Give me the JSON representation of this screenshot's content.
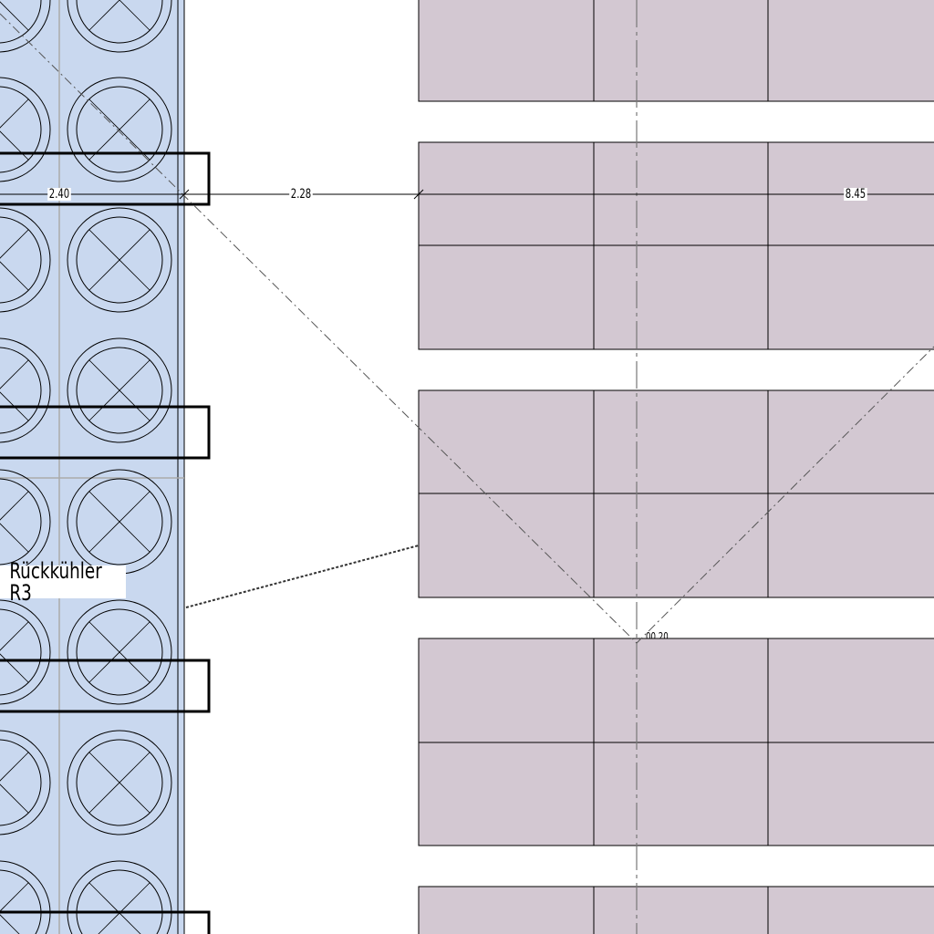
{
  "colors": {
    "cooler_fill": "#c9d8ef",
    "block_fill": "#d3c8d2",
    "line": "#000000",
    "axis": "#888888"
  },
  "dimensions": [
    {
      "label": "2.40"
    },
    {
      "label": "2.28"
    },
    {
      "label": "8.45"
    }
  ],
  "elevation_label": "00.20",
  "equipment_label": "Rückkühler R3"
}
